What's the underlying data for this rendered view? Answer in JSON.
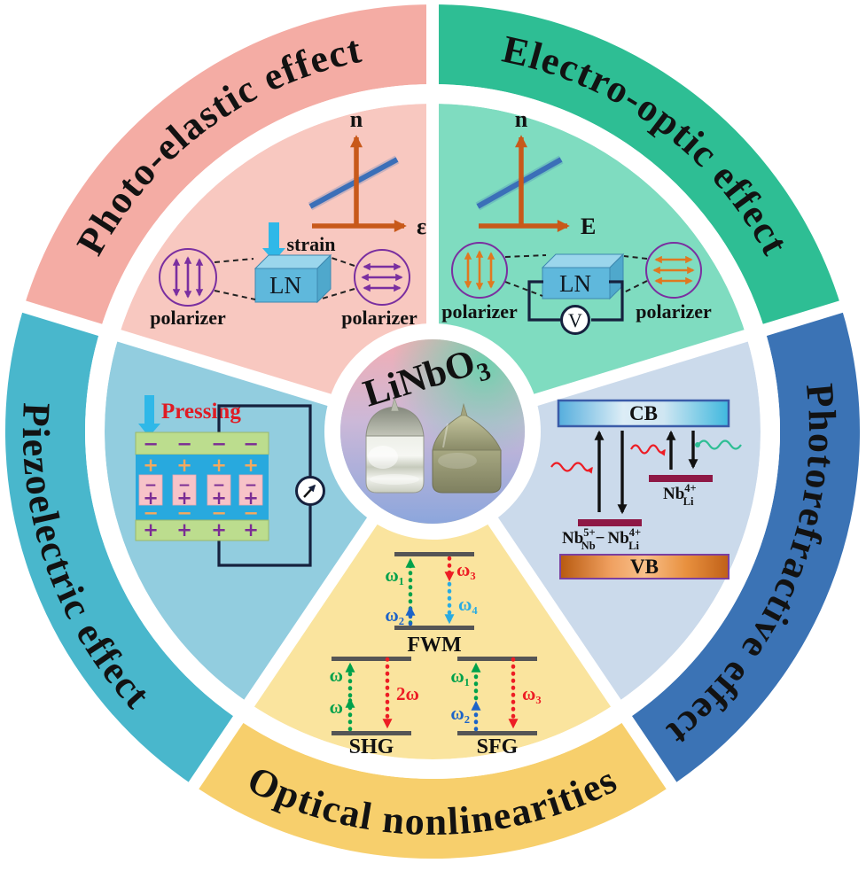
{
  "palette": {
    "photo_elastic_ring": "#F4ACA4",
    "photo_elastic_wedge": "#F8C8C0",
    "electro_optic_ring": "#2EBE94",
    "electro_optic_wedge": "#7FDCC0",
    "photorefractive_ring": "#3B73B5",
    "photorefractive_wedge": "#CBDAEB",
    "optical_ring": "#F7CF6C",
    "optical_wedge": "#FAE49E",
    "piezo_ring": "#49B7CC",
    "piezo_wedge": "#92CDDF",
    "title_color": "#121212"
  },
  "center": {
    "title_base": "LiNbO",
    "title_sub": "3"
  },
  "photo_elastic": {
    "title": "Photo-elastic effect",
    "axis_y": "n",
    "axis_x": "ε",
    "strain_label": "strain",
    "crystal_label": "LN",
    "polarizer_left": "polarizer",
    "polarizer_right": "polarizer"
  },
  "electro_optic": {
    "title": "Electro-optic effect",
    "axis_y": "n",
    "axis_x": "E",
    "crystal_label": "LN",
    "voltmeter_label": "V",
    "polarizer_left": "polarizer",
    "polarizer_right": "polarizer"
  },
  "photorefractive": {
    "title": "Photorefractive effect",
    "conduction_band": "CB",
    "valence_band": "VB",
    "trap_base": "Nb",
    "trap_sup": "4+",
    "trap_sub": "Li",
    "pair_base1": "Nb",
    "pair_sup1": "5+",
    "pair_sub1": "Nb",
    "pair_dash": "−",
    "pair_base2": "Nb",
    "pair_sup2": "4+",
    "pair_sub2": "Li"
  },
  "piezoelectric": {
    "title": "Piezoelectric effect",
    "pressing_label": "Pressing",
    "plus": "+",
    "minus": "−"
  },
  "optical_nonlinearities": {
    "title": "Optical nonlinearities",
    "fwm": {
      "name": "FWM",
      "omega1": "ω₁",
      "omega2": "ω₂",
      "omega3": "ω₃",
      "omega4": "ω₄"
    },
    "shg": {
      "name": "SHG",
      "omega": "ω",
      "two_omega": "2ω"
    },
    "sfg": {
      "name": "SFG",
      "omega1": "ω₁",
      "omega2": "ω₂",
      "omega3": "ω₃"
    }
  }
}
